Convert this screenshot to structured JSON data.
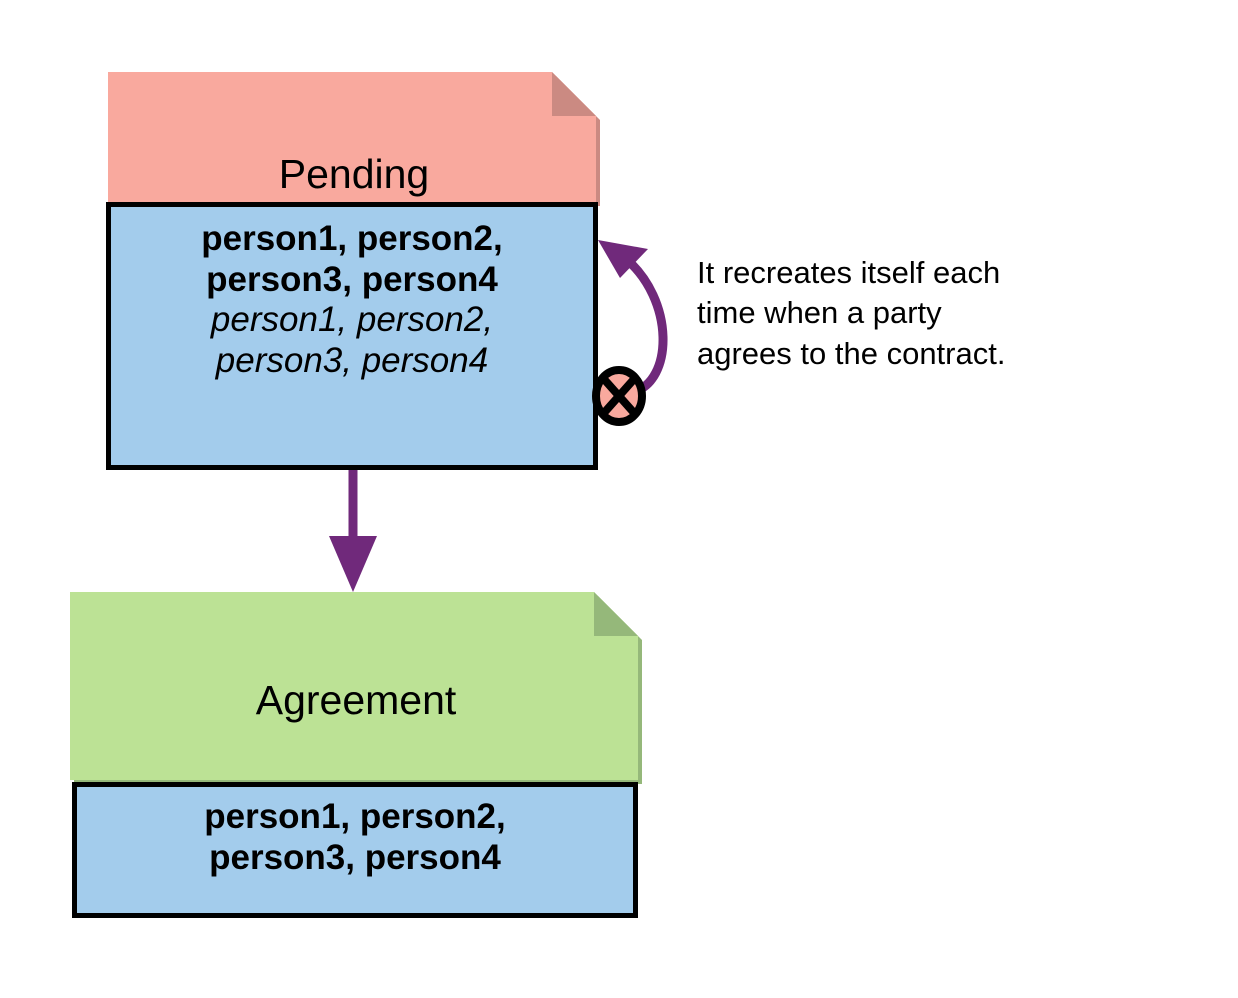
{
  "diagram": {
    "type": "uml-state-object-diagram",
    "background_color": "#FFFFFF",
    "connector_color": "#70297B",
    "border_color": "#000000"
  },
  "nodes": [
    {
      "id": "pending",
      "title": "Pending",
      "note_color": "#F9A99E",
      "fold_color": "#CB8A82",
      "member_color": "#A3CCEC",
      "members_bold": [
        "person1, person2,",
        "person3, person4"
      ],
      "members_italic": [
        "person1, person2,",
        "person3, person4"
      ]
    },
    {
      "id": "agreement",
      "title": "Agreement",
      "note_color": "#BCE295",
      "fold_color": "#95B87A",
      "member_color": "#A3CCEC",
      "members_bold": [
        "person1, person2,",
        "person3, person4"
      ],
      "members_italic": []
    }
  ],
  "annotation": {
    "text": "It recreates itself each\ntime when a party\nagrees to the contract.",
    "marker": "crossed-circle",
    "marker_fill": "#F9A99E",
    "marker_stroke": "#000000"
  },
  "edges": [
    {
      "id": "self-loop",
      "from": "pending",
      "to": "pending",
      "label": "",
      "style": "curved-arrow",
      "color": "#70297B"
    },
    {
      "id": "pending-to-agreement",
      "from": "pending",
      "to": "agreement",
      "label": "",
      "style": "straight-arrow",
      "color": "#70297B"
    }
  ]
}
